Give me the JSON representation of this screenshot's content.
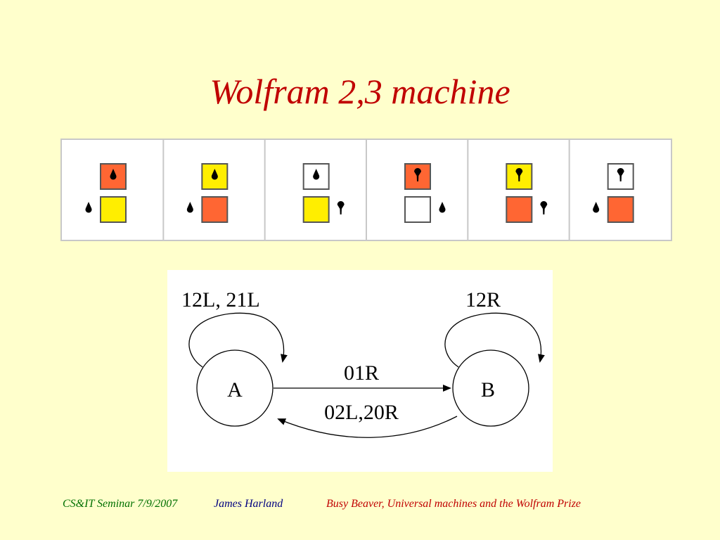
{
  "slide": {
    "title": "Wolfram 2,3 machine"
  },
  "colors": {
    "background": "#ffffcc",
    "title": "#c00000",
    "symbol_0": "#ffffff",
    "symbol_1": "#ffee00",
    "symbol_2": "#ff6633",
    "rule_border": "#c8c8c8"
  },
  "rules": [
    {
      "read_symbol": 2,
      "write_symbol": 1,
      "head_from": "down",
      "head_to": "down",
      "move": "L"
    },
    {
      "read_symbol": 1,
      "write_symbol": 2,
      "head_from": "down",
      "head_to": "down",
      "move": "L"
    },
    {
      "read_symbol": 0,
      "write_symbol": 1,
      "head_from": "down",
      "head_to": "up",
      "move": "R"
    },
    {
      "read_symbol": 2,
      "write_symbol": 0,
      "head_from": "up",
      "head_to": "down",
      "move": "R"
    },
    {
      "read_symbol": 1,
      "write_symbol": 2,
      "head_from": "up",
      "head_to": "up",
      "move": "R"
    },
    {
      "read_symbol": 0,
      "write_symbol": 2,
      "head_from": "up",
      "head_to": "down",
      "move": "L"
    }
  ],
  "diagram": {
    "state_a": "A",
    "state_b": "B",
    "loop_a_label": "12L, 21L",
    "loop_b_label": "12R",
    "edge_a_to_b_label": "01R",
    "edge_b_to_a_label": "02L,20R"
  },
  "footer": {
    "seminar": "CS&IT Seminar 7/9/2007",
    "author": "James Harland",
    "talk_title": "Busy Beaver, Universal machines and the Wolfram Prize"
  }
}
